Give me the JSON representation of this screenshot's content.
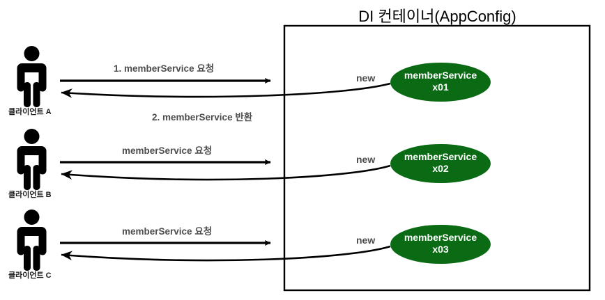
{
  "diagram": {
    "title": "DI 컨테이너(AppConfig)",
    "colors": {
      "bean_fill": "#0a6b14",
      "bean_text": "#ffffff",
      "stroke": "#000000",
      "label_gray": "#4d4d4d",
      "background": "#ffffff"
    },
    "container": {
      "label": "DI 컨테이너(AppConfig)",
      "border_color": "#000000"
    },
    "clients": [
      {
        "label": "클라이언트 A",
        "icon": "person-icon",
        "request_label": "1. memberService 요청",
        "return_label": "2. memberService 반환",
        "new_label": "new",
        "bean_name": "memberService",
        "bean_id": "x01"
      },
      {
        "label": "클라이언트 B",
        "icon": "person-icon",
        "request_label": "memberService 요청",
        "return_label": "",
        "new_label": "new",
        "bean_name": "memberService",
        "bean_id": "x02"
      },
      {
        "label": "클라이언트 C",
        "icon": "person-icon",
        "request_label": "memberService 요청",
        "return_label": "",
        "new_label": "new",
        "bean_name": "memberService",
        "bean_id": "x03"
      }
    ]
  }
}
